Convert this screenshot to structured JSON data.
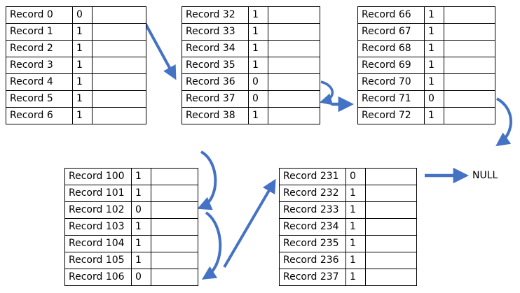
{
  "colors": {
    "arrow": "#4472C4",
    "grid": "#000000",
    "text": "#000000"
  },
  "blocks": [
    {
      "id": "block-1",
      "rows": [
        {
          "label": "Record  0",
          "flag": "0"
        },
        {
          "label": "Record  1",
          "flag": "1"
        },
        {
          "label": "Record  2",
          "flag": "1"
        },
        {
          "label": "Record  3",
          "flag": "1"
        },
        {
          "label": "Record  4",
          "flag": "1"
        },
        {
          "label": "Record  5",
          "flag": "1"
        },
        {
          "label": "Record  6",
          "flag": "1"
        }
      ]
    },
    {
      "id": "block-2",
      "rows": [
        {
          "label": "Record  32",
          "flag": "1"
        },
        {
          "label": "Record  33",
          "flag": "1"
        },
        {
          "label": "Record  34",
          "flag": "1"
        },
        {
          "label": "Record  35",
          "flag": "1"
        },
        {
          "label": "Record  36",
          "flag": "0"
        },
        {
          "label": "Record  37",
          "flag": "0"
        },
        {
          "label": "Record  38",
          "flag": "1"
        }
      ]
    },
    {
      "id": "block-3",
      "rows": [
        {
          "label": "Record  66",
          "flag": "1"
        },
        {
          "label": "Record  67",
          "flag": "1"
        },
        {
          "label": "Record  68",
          "flag": "1"
        },
        {
          "label": "Record  69",
          "flag": "1"
        },
        {
          "label": "Record  70",
          "flag": "1"
        },
        {
          "label": "Record  71",
          "flag": "0"
        },
        {
          "label": "Record  72",
          "flag": "1"
        }
      ]
    },
    {
      "id": "block-4",
      "rows": [
        {
          "label": "Record  100",
          "flag": "1"
        },
        {
          "label": "Record  101",
          "flag": "1"
        },
        {
          "label": "Record  102",
          "flag": "0"
        },
        {
          "label": "Record  103",
          "flag": "1"
        },
        {
          "label": "Record  104",
          "flag": "1"
        },
        {
          "label": "Record  105",
          "flag": "1"
        },
        {
          "label": "Record  106",
          "flag": "0"
        }
      ]
    },
    {
      "id": "block-5",
      "rows": [
        {
          "label": "Record  231",
          "flag": "0"
        },
        {
          "label": "Record  232",
          "flag": "1"
        },
        {
          "label": "Record  233",
          "flag": "1"
        },
        {
          "label": "Record  234",
          "flag": "1"
        },
        {
          "label": "Record  235",
          "flag": "1"
        },
        {
          "label": "Record  236",
          "flag": "1"
        },
        {
          "label": "Record  237",
          "flag": "1"
        }
      ]
    }
  ],
  "null_label": "NULL"
}
